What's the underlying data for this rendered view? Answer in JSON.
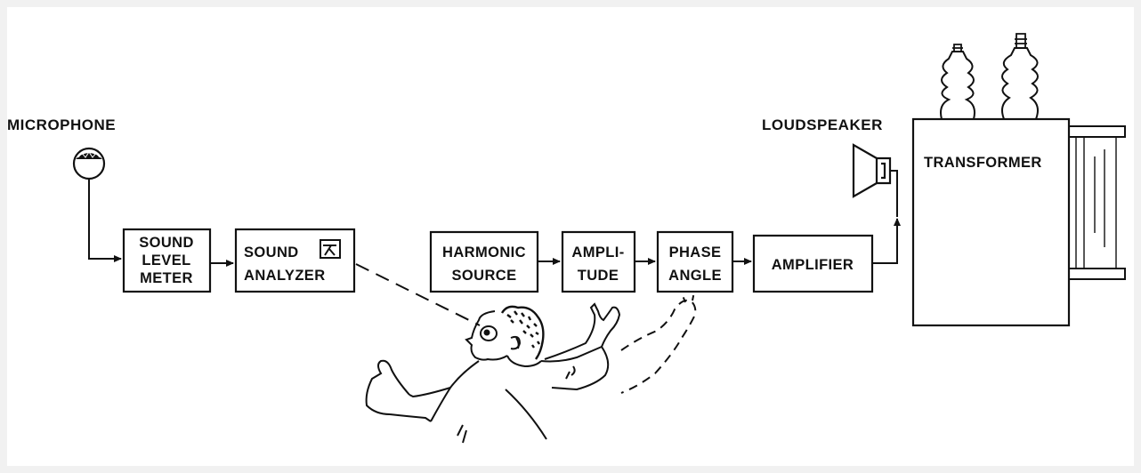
{
  "diagram": {
    "labels": {
      "microphone": "MICROPHONE",
      "loudspeaker": "LOUDSPEAKER"
    },
    "blocks": {
      "sound_level_meter": [
        "SOUND",
        "LEVEL",
        "METER"
      ],
      "sound_analyzer": [
        "SOUND",
        "ANALYZER"
      ],
      "harmonic_source": [
        "HARMONIC",
        "SOURCE"
      ],
      "amplitude": [
        "AMPLI-",
        "TUDE"
      ],
      "phase_angle": [
        "PHASE",
        "ANGLE"
      ],
      "amplifier": [
        "AMPLIFIER"
      ],
      "transformer": [
        "TRANSFORMER"
      ]
    },
    "icons": {
      "microphone": "microphone-icon",
      "loudspeaker": "loudspeaker-icon",
      "meter_dial": "meter-dial-icon",
      "operator": "operator-figure",
      "transformer": "transformer-icon"
    },
    "line_color": "#111111",
    "background": "#ffffff"
  }
}
